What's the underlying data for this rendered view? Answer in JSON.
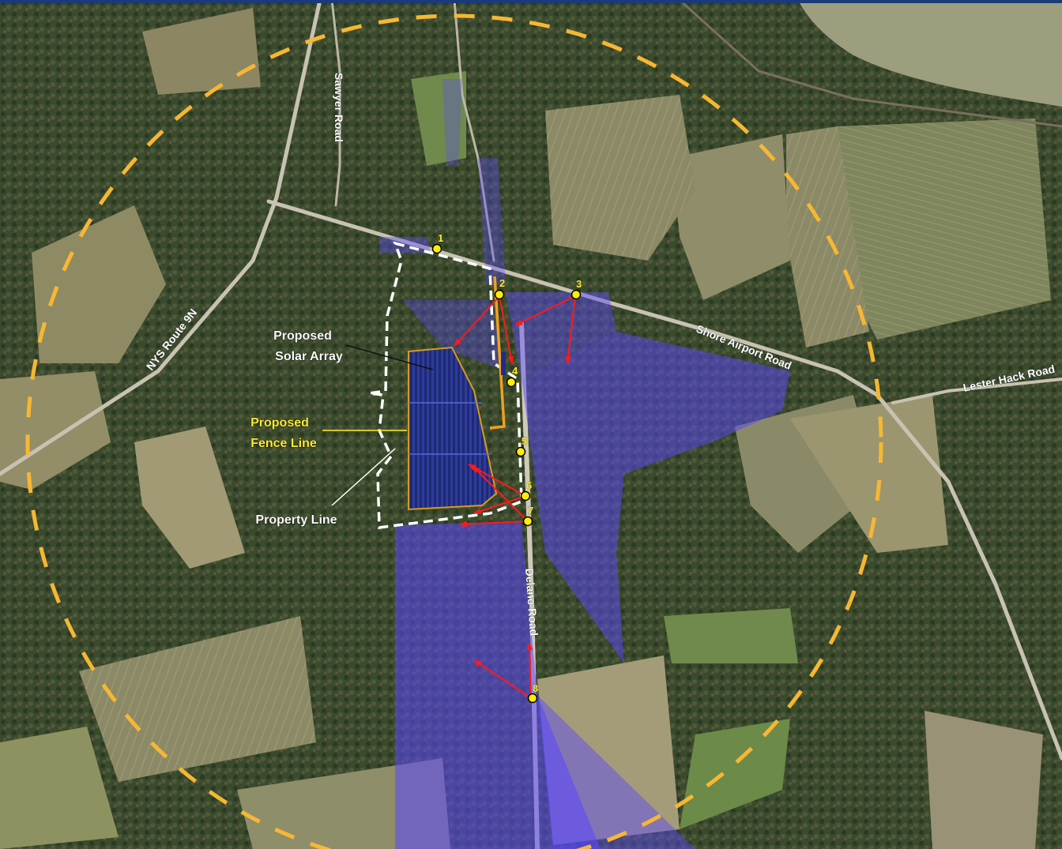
{
  "colors": {
    "study_radius": "#f7b733",
    "viewshed": "#5a46ff",
    "property_line": "#ffffff",
    "fence_line": "#f0a020",
    "view_arrows": "#ff1a1a",
    "viewpoint_marker": "#ffee00",
    "top_bar": "#1b3a7a"
  },
  "labels": {
    "solar_array": "Proposed\nSolar Array",
    "fence_line": "Proposed\nFence Line",
    "property_line": "Property Line"
  },
  "roads": {
    "sawyer": "Sawyer Road",
    "nys_route": "NYS Route 9N",
    "shore_airport": "Shore Airport Road",
    "lester_hack": "Lester Hack Road",
    "delano": "Delano Road"
  },
  "viewpoints": [
    "1",
    "2",
    "3",
    "4",
    "5",
    "6",
    "7",
    "8"
  ]
}
